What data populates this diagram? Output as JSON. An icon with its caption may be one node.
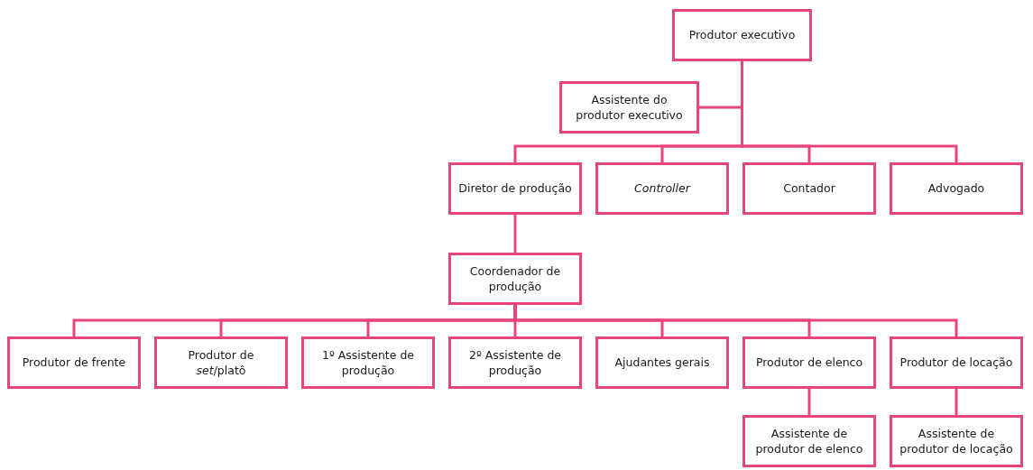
{
  "diagram": {
    "nodes": [
      {
        "text": [
          "Produtor executivo"
        ]
      },
      {
        "text": [
          "Assistente do produtor executivo"
        ]
      },
      {
        "text": [
          "Diretor de produção"
        ]
      },
      {
        "text": [
          "Controller"
        ]
      },
      {
        "text": [
          "Contador"
        ]
      },
      {
        "text": [
          "Advogado"
        ]
      },
      {
        "text": [
          "Coordenador de produção"
        ]
      },
      {
        "text": [
          "Produtor de frente"
        ]
      },
      {
        "text": [
          "Produtor de *set*/platô"
        ]
      },
      {
        "text": [
          "1º Assistente de produção"
        ]
      },
      {
        "text": [
          "2º Assistente de produção"
        ]
      },
      {
        "text": [
          "Ajudantes gerais"
        ]
      },
      {
        "text": [
          "Produtor de elenco"
        ]
      },
      {
        "text": [
          "Produtor de locação"
        ]
      },
      {
        "text": [
          "Assistente de produtor de elenco"
        ]
      },
      {
        "text": [
          "Assistente de produtor de locação"
        ]
      }
    ],
    "edges": [
      {
        "from": 0,
        "to": 1,
        "arrow": "none"
      },
      {
        "from": 0,
        "to": 2,
        "arrow": "none"
      },
      {
        "from": 0,
        "to": 3,
        "arrow": "none"
      },
      {
        "from": 0,
        "to": 4,
        "arrow": "none"
      },
      {
        "from": 0,
        "to": 5,
        "arrow": "none"
      },
      {
        "from": 2,
        "to": 6,
        "arrow": "none"
      },
      {
        "from": 6,
        "to": 7,
        "arrow": "none"
      },
      {
        "from": 6,
        "to": 8,
        "arrow": "none"
      },
      {
        "from": 6,
        "to": 9,
        "arrow": "none"
      },
      {
        "from": 6,
        "to": 10,
        "arrow": "none"
      },
      {
        "from": 6,
        "to": 11,
        "arrow": "none"
      },
      {
        "from": 6,
        "to": 12,
        "arrow": "none"
      },
      {
        "from": 6,
        "to": 13,
        "arrow": "none"
      },
      {
        "from": 12,
        "to": 14,
        "arrow": "none"
      },
      {
        "from": 13,
        "to": 15,
        "arrow": "none"
      }
    ]
  }
}
